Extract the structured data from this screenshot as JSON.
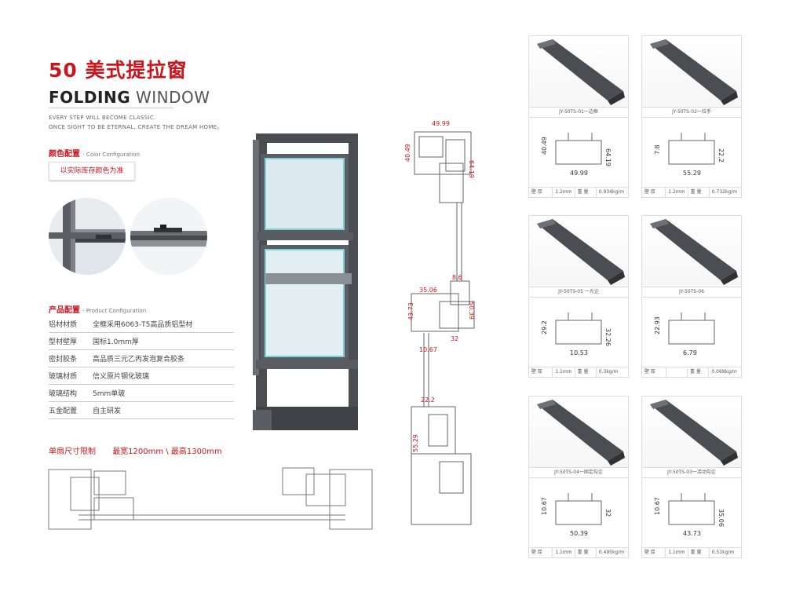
{
  "header": {
    "title_cn": "50 美式提拉窗",
    "title_en_bold": "FOLDING",
    "title_en_light": " WINDOW",
    "tagline_1": "EVERY STEP WILL BECOME CLASSIC.",
    "tagline_2": "ONCE SIGHT TO BE ETERNAL, CREATE THE DREAM HOME。"
  },
  "color_config": {
    "title": "颜色配置",
    "subtitle": "· Color Configuration",
    "note": "以实际库存颜色为准"
  },
  "product_config": {
    "title": "产品配置",
    "subtitle": "· Product Configuration",
    "rows": [
      {
        "key": "铝材材质",
        "value": "全框采用6063-T5高品质铝型材"
      },
      {
        "key": "型材壁厚",
        "value": "国标1.0mm厚"
      },
      {
        "key": "密封胶条",
        "value": "高品质三元乙丙发泡复合胶条"
      },
      {
        "key": "玻璃材质",
        "value": "信义原片钢化玻璃"
      },
      {
        "key": "玻璃结构",
        "value": "5mm单玻"
      },
      {
        "key": "五金配置",
        "value": "自主研发"
      }
    ]
  },
  "size_limit": {
    "label": "单扇尺寸限制",
    "value": "最宽1200mm \\ 最高1300mm"
  },
  "section_dims": {
    "top_width": "49.99",
    "top_left_h": "40.49",
    "top_right_h": "64.19",
    "mid_w": "35.06",
    "mid_left_h": "43.73",
    "mid_right_h": "50.39",
    "mid_small": "8.6",
    "mid_32": "32",
    "mid_10": "10.67",
    "bot_w": "22.2",
    "bot_h": "55.29"
  },
  "profiles": [
    {
      "code": "JY-50TS-01一边框",
      "wall_label": "壁 厚",
      "wall": "1.2mm",
      "weight_label": "重 量",
      "weight": "0.934kg/m",
      "dims": [
        "40.49",
        "49.99",
        "64.19"
      ]
    },
    {
      "code": "JY-50TS-02一拉手",
      "wall_label": "壁 厚",
      "wall": "1.2mm",
      "weight_label": "重 量",
      "weight": "0.732kg/m",
      "dims": [
        "7.8",
        "55.29",
        "22.2"
      ]
    },
    {
      "code": "JY-50TS-05 一光企",
      "wall_label": "壁 厚",
      "wall": "1.1mm",
      "weight_label": "重 量",
      "weight": "0.3kg/m",
      "dims": [
        "29.2",
        "10.53",
        "32.26"
      ]
    },
    {
      "code": "JY-50TS-06",
      "wall_label": "壁 厚",
      "wall": "",
      "weight_label": "重 量",
      "weight": "0.068kg/m",
      "dims": [
        "22.93",
        "6.79"
      ]
    },
    {
      "code": "JY-50TS-04一固定勾企",
      "wall_label": "壁 厚",
      "wall": "1.1mm",
      "weight_label": "重 量",
      "weight": "0.495kg/m",
      "dims": [
        "10.67",
        "50.39",
        "32"
      ]
    },
    {
      "code": "JY-50TS-03一活动勾企",
      "wall_label": "壁 厚",
      "wall": "1.1mm",
      "weight_label": "重 量",
      "weight": "0.51kg/m",
      "dims": [
        "10.67",
        "43.73",
        "35.06"
      ]
    }
  ],
  "colors": {
    "accent": "#c8161d",
    "frame": "#4a4d52"
  }
}
